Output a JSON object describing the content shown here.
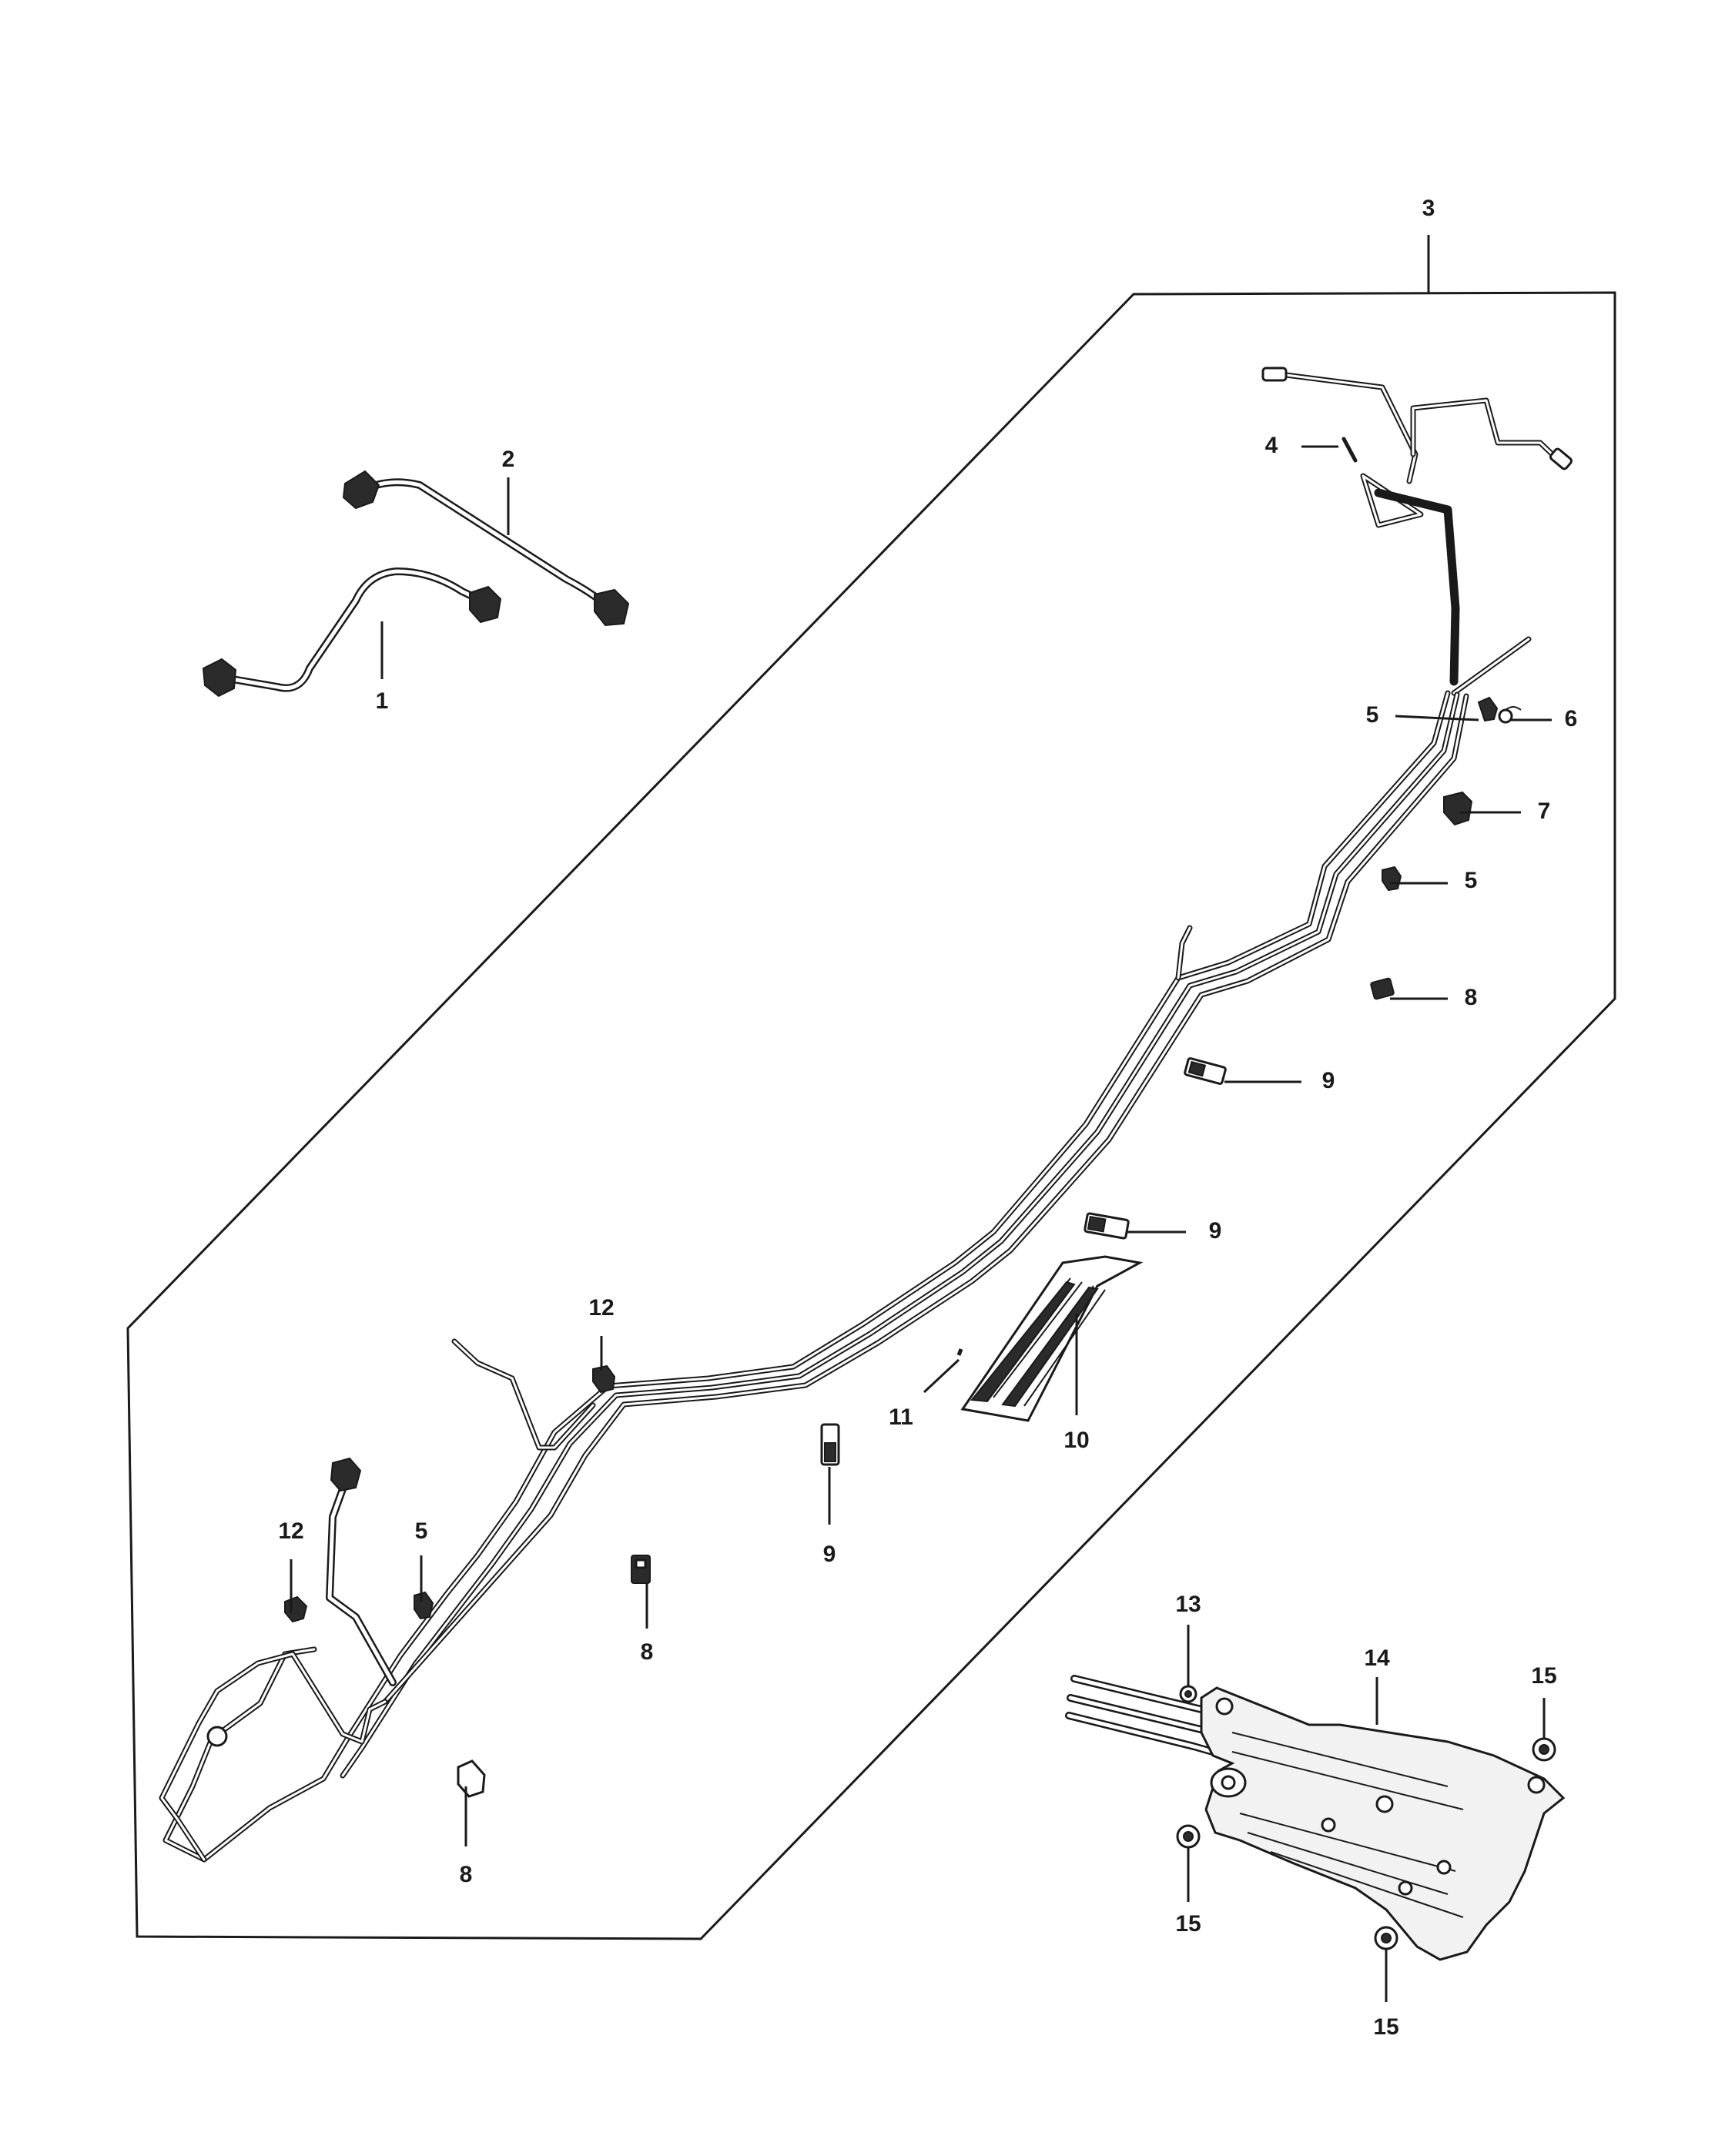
{
  "callouts": {
    "c1": "1",
    "c2": "2",
    "c3": "3",
    "c4": "4",
    "c5a": "5",
    "c5b": "5",
    "c5c": "5",
    "c6": "6",
    "c7": "7",
    "c8a": "8",
    "c8b": "8",
    "c8c": "8",
    "c9a": "9",
    "c9b": "9",
    "c9c": "9",
    "c10": "10",
    "c11": "11",
    "c12a": "12",
    "c12b": "12",
    "c13": "13",
    "c14": "14",
    "c15a": "15",
    "c15b": "15",
    "c15c": "15"
  },
  "colors": {
    "ink": "#1a1a1a",
    "background": "#ffffff",
    "shield_fill": "#f2f2f2"
  }
}
